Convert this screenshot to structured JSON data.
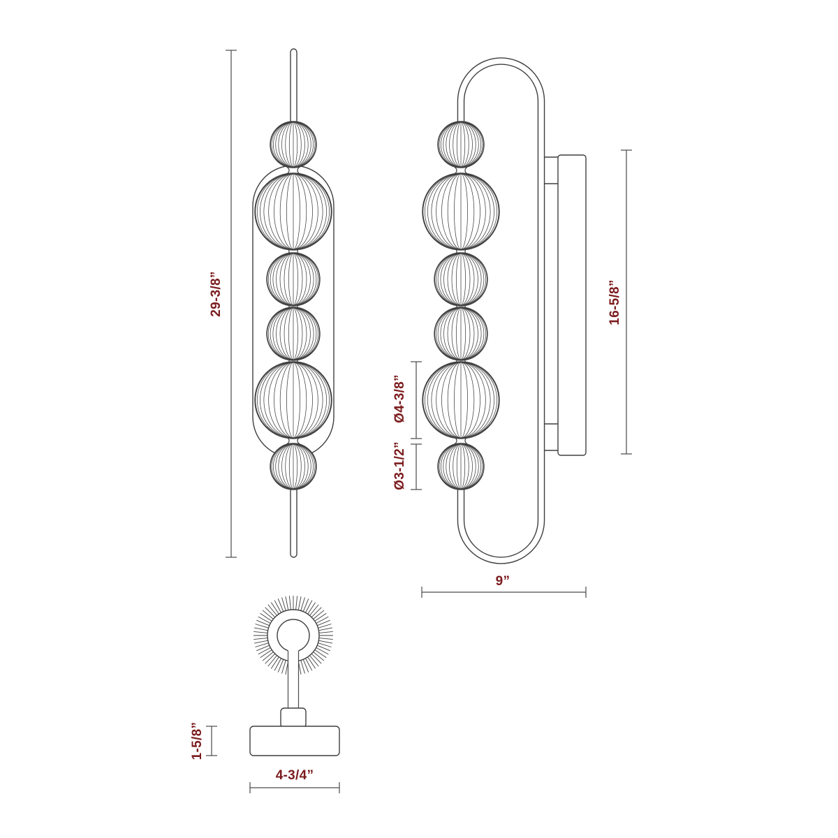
{
  "colors": {
    "line": "#3e3e3e",
    "dim_line": "#4a4a4a",
    "dim_text": "#7b1c1e",
    "background": "#ffffff"
  },
  "dimensions": {
    "overall_height": "29-3/8”",
    "backplate_height": "16-5/8”",
    "overall_depth": "9”",
    "large_globe_diameter": "Ø4-3/8”",
    "small_globe_diameter": "Ø3-1/2”",
    "canopy_height": "1-5/8”",
    "canopy_width": "4-3/4”"
  }
}
